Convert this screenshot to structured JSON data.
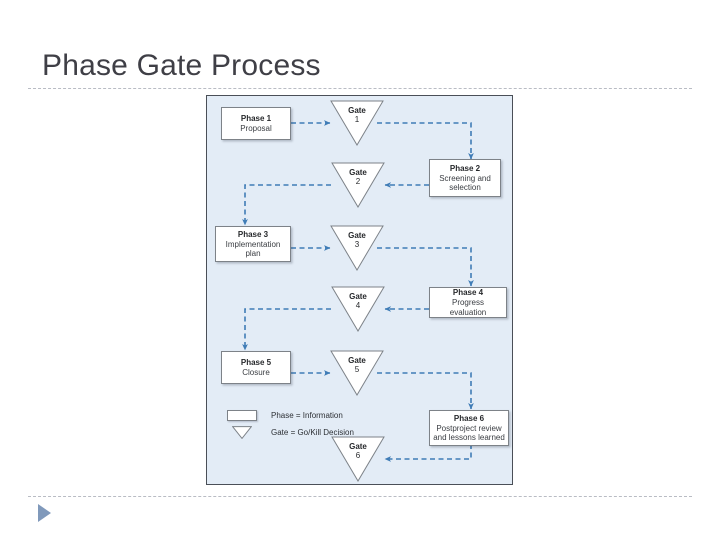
{
  "slide": {
    "title": "Phase Gate Process"
  },
  "diagram": {
    "phases": [
      {
        "id": "phase-1",
        "title": "Phase 1",
        "sub": "Proposal"
      },
      {
        "id": "phase-2",
        "title": "Phase 2",
        "sub": "Screening and selection"
      },
      {
        "id": "phase-3",
        "title": "Phase 3",
        "sub": "Implementation plan"
      },
      {
        "id": "phase-4",
        "title": "Phase 4",
        "sub": "Progress evaluation"
      },
      {
        "id": "phase-5",
        "title": "Phase 5",
        "sub": "Closure"
      },
      {
        "id": "phase-6",
        "title": "Phase 6",
        "sub": "Postproject review and lessons learned"
      }
    ],
    "gates": [
      {
        "id": "gate-1",
        "label": "Gate",
        "number": "1"
      },
      {
        "id": "gate-2",
        "label": "Gate",
        "number": "2"
      },
      {
        "id": "gate-3",
        "label": "Gate",
        "number": "3"
      },
      {
        "id": "gate-4",
        "label": "Gate",
        "number": "4"
      },
      {
        "id": "gate-5",
        "label": "Gate",
        "number": "5"
      },
      {
        "id": "gate-6",
        "label": "Gate",
        "number": "6"
      }
    ],
    "legend": [
      {
        "shape": "box",
        "text": "Phase = Information"
      },
      {
        "shape": "triangle",
        "text": "Gate = Go/Kill Decision"
      }
    ],
    "colors": {
      "panel_background": "#e3ecf6",
      "panel_border": "#4a4f57",
      "connector": "#3f7cb6",
      "shape_fill": "#ffffff",
      "shape_border": "#7d8288",
      "title_text": "#3f3f46",
      "marker": "#8099bb",
      "rule": "#b9bcc4"
    }
  }
}
